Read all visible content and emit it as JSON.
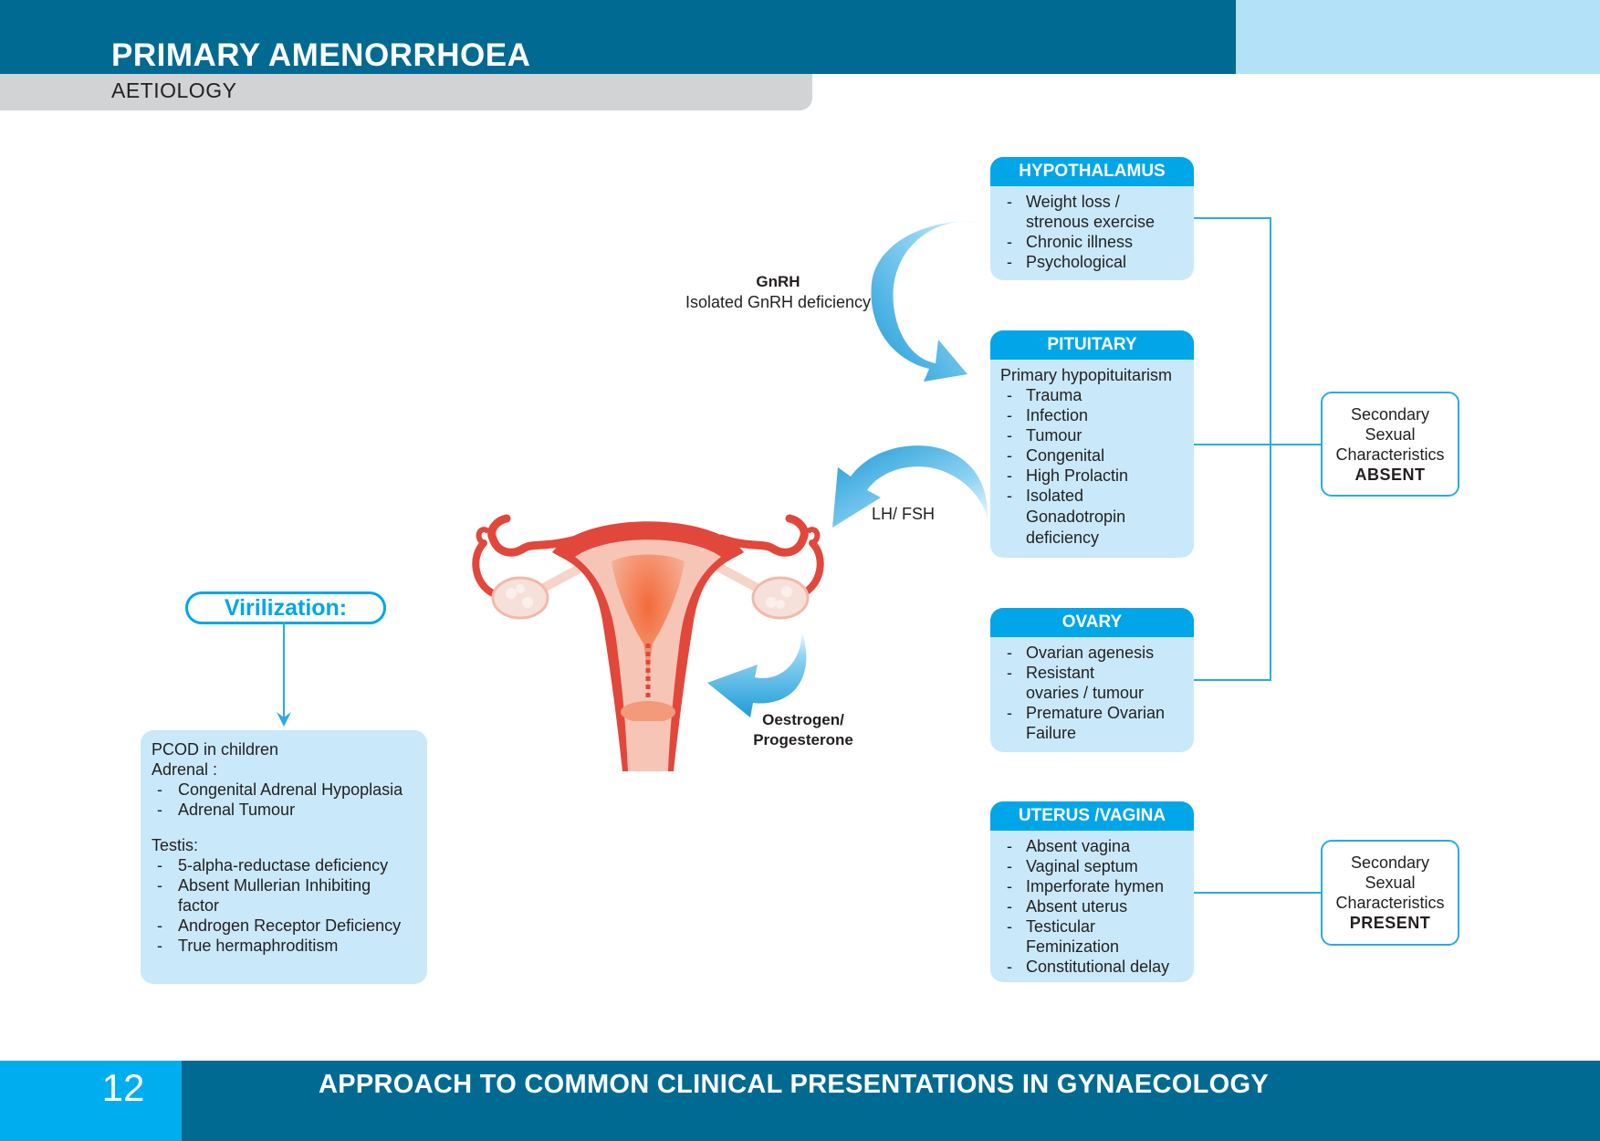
{
  "header": {
    "title": "PRIMARY AMENORRHOEA",
    "subtitle": "AETIOLOGY"
  },
  "footer": {
    "page_number": "12",
    "title": "APPROACH TO COMMON CLINICAL PRESENTATIONS IN GYNAECOLOGY"
  },
  "boxes": {
    "hypothalamus": {
      "title": "HYPOTHALAMUS",
      "items": [
        "Weight loss /",
        "strenous exercise",
        "Chronic illness",
        "Psychological"
      ]
    },
    "pituitary": {
      "title": "PITUITARY",
      "intro": "Primary hypopituitarism",
      "items": [
        "Trauma",
        "Infection",
        "Tumour",
        "Congenital",
        "High Prolactin",
        "Isolated",
        "Gonadotropin",
        "deficiency"
      ]
    },
    "ovary": {
      "title": "OVARY",
      "items": [
        "Ovarian agenesis",
        "Resistant",
        "ovaries / tumour",
        "Premature Ovarian",
        "Failure"
      ]
    },
    "uterus": {
      "title": "UTERUS /VAGINA",
      "items": [
        "Absent vagina",
        "Vaginal septum",
        "Imperforate hymen",
        "Absent uterus",
        "Testicular",
        "Feminization",
        "Constitutional delay"
      ]
    }
  },
  "arrows": {
    "gnrh_title": "GnRH",
    "gnrh_sub": "Isolated GnRH deficiency",
    "lh_fsh": "LH/ FSH",
    "oestrogen_1": "Oestrogen/",
    "oestrogen_2": "Progesterone"
  },
  "outcomes": {
    "absent": {
      "l1": "Secondary",
      "l2": "Sexual",
      "l3": "Characteristics",
      "word": "ABSENT"
    },
    "present": {
      "l1": "Secondary",
      "l2": "Sexual",
      "l3": "Characteristics",
      "word": "PRESENT"
    }
  },
  "virilization": {
    "label": "Virilization:",
    "pcod": "PCOD in children",
    "adrenal_title": "Adrenal :",
    "adrenal_items": [
      "Congenital Adrenal Hypoplasia",
      "Adrenal Tumour"
    ],
    "testis_title": "Testis:",
    "testis_items": [
      "5-alpha-reductase deficiency",
      "Absent Mullerian Inhibiting",
      "factor",
      "Androgen Receptor Deficiency",
      "True hermaphroditism"
    ]
  },
  "colors": {
    "header_dark": "#006a92",
    "header_light": "#b3e1f7",
    "accent_blue": "#00a6e8",
    "box_fill": "#c9e9fa",
    "uterus_red": "#e2473b"
  }
}
